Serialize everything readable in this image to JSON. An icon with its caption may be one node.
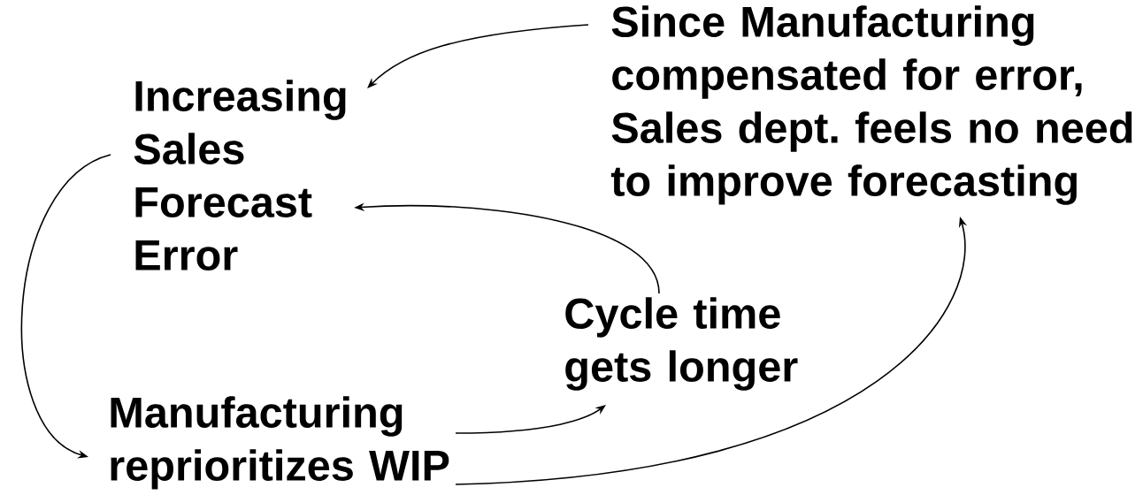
{
  "diagram": {
    "nodes": [
      {
        "text": [
          "Increasing Sales Forecast Error"
        ]
      },
      {
        "text": [
          "Since Manufacturing compensated for error, Sales dept. feels no need to improve forecasting"
        ]
      },
      {
        "text": [
          "Cycle time gets longer"
        ]
      },
      {
        "text": [
          "Manufacturing reprioritizes WIP"
        ]
      }
    ],
    "edges": [
      {
        "from": 1,
        "to": 0,
        "arrow": "to"
      },
      {
        "from": 2,
        "to": 0,
        "arrow": "to"
      },
      {
        "from": 0,
        "to": 3,
        "arrow": "to"
      },
      {
        "from": 3,
        "to": 2,
        "arrow": "to"
      },
      {
        "from": 3,
        "to": 1,
        "arrow": "to"
      }
    ]
  }
}
